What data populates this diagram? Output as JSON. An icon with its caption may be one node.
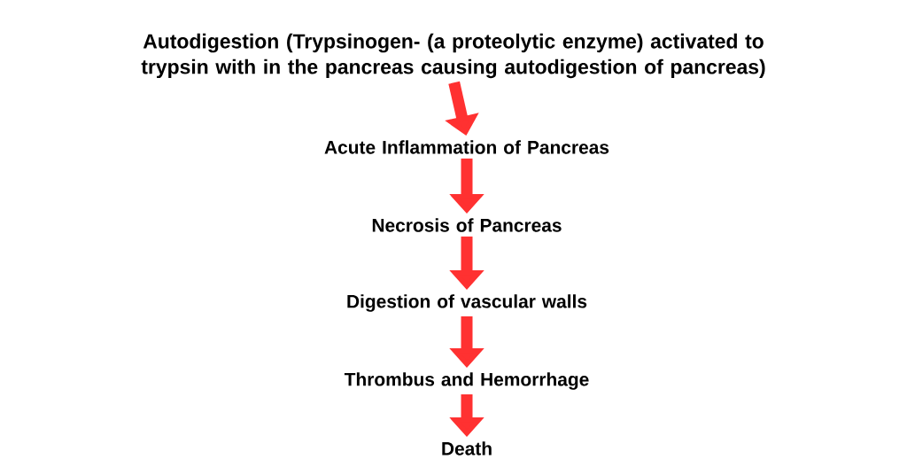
{
  "diagram": {
    "nodes": [
      {
        "text": [
          "Autodigestion (Trypsinogen- (a proteolytic enzyme) activated to trypsin with in the pancreas causing autodigestion of pancreas)"
        ]
      },
      {
        "text": [
          "Acute Inflammation of Pancreas"
        ]
      },
      {
        "text": [
          "Necrosis of Pancreas"
        ]
      },
      {
        "text": [
          "Digestion of vascular walls"
        ]
      },
      {
        "text": [
          "Thrombus and Hemorrhage"
        ]
      },
      {
        "text": [
          "Death"
        ]
      }
    ],
    "edges": [
      {
        "from": 0,
        "to": 1,
        "arrow": "to"
      },
      {
        "from": 1,
        "to": 2,
        "arrow": "to"
      },
      {
        "from": 2,
        "to": 3,
        "arrow": "to"
      },
      {
        "from": 3,
        "to": 4,
        "arrow": "to"
      },
      {
        "from": 4,
        "to": 5,
        "arrow": "to"
      }
    ]
  }
}
